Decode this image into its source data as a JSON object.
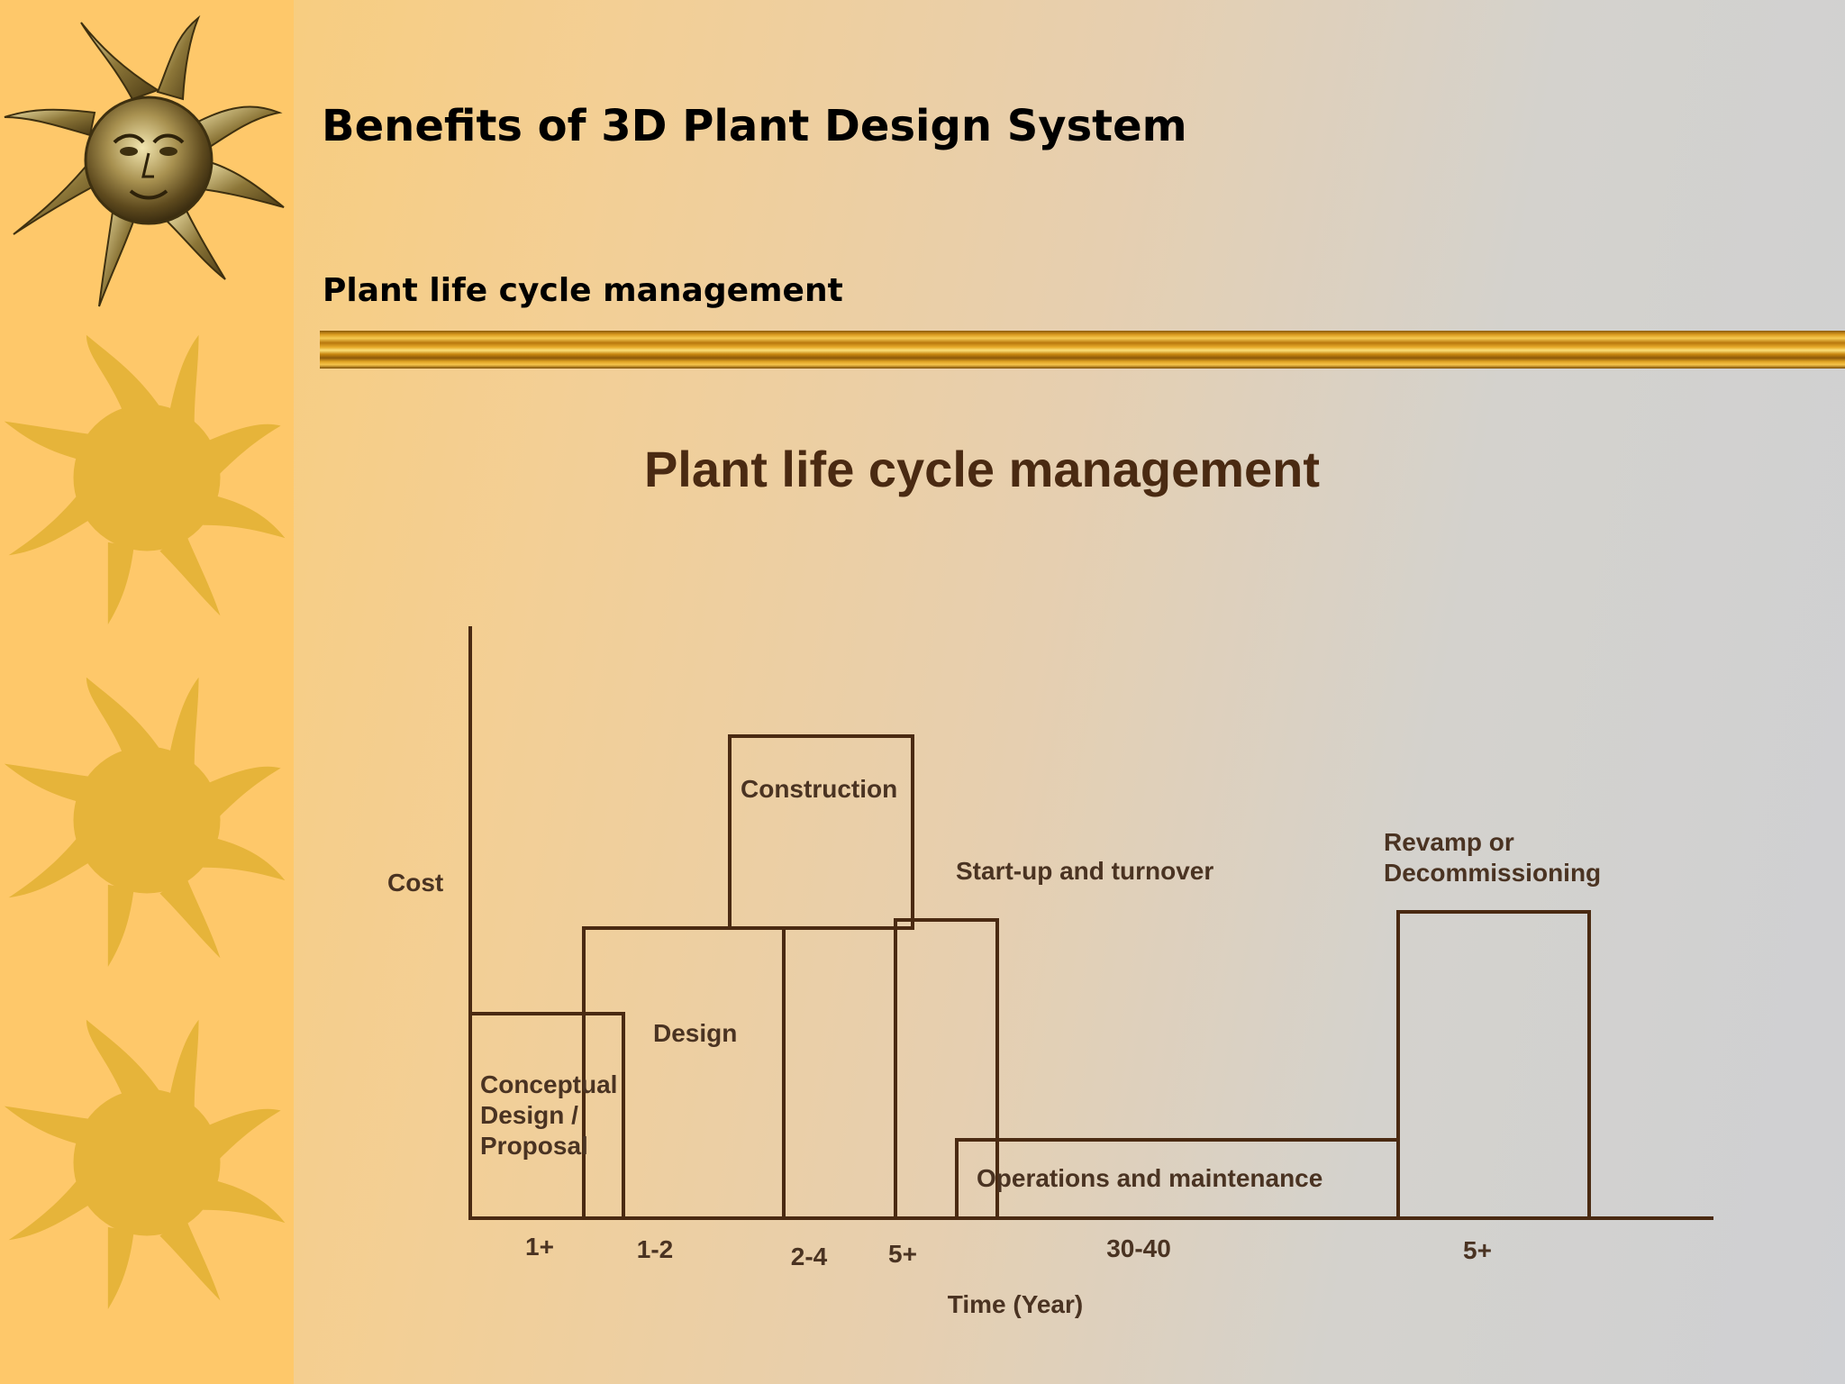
{
  "slide": {
    "title": "Benefits of 3D Plant Design System",
    "subtitle": "Plant life cycle management"
  },
  "diagram": {
    "title": "Plant life cycle management",
    "y_axis_label": "Cost",
    "x_axis_label": "Time (Year)",
    "phases": [
      {
        "name": "Conceptual Design / Proposal",
        "lines": [
          "Conceptual",
          "Design /",
          "Proposal"
        ],
        "duration": "1+",
        "relative_cost": 2
      },
      {
        "name": "Design",
        "lines": [
          "Design"
        ],
        "duration": "1-2",
        "relative_cost": 3
      },
      {
        "name": "Construction",
        "lines": [
          "Construction"
        ],
        "duration": "2-4",
        "relative_cost": 5.3
      },
      {
        "name": "Start-up and turnover",
        "lines": [
          "Start-up and turnover"
        ],
        "duration": "5+",
        "relative_cost": 3.1
      },
      {
        "name": "Operations and maintenance",
        "lines": [
          "Operations and maintenance"
        ],
        "duration": "30-40",
        "relative_cost": 0.8
      },
      {
        "name": "Revamp or Decommissioning",
        "lines": [
          "Revamp or",
          "Decommissioning"
        ],
        "duration": "5+",
        "relative_cost": 3.2
      }
    ]
  },
  "colors": {
    "sidebar": "#fec86a",
    "sun_shape": "#e6b43a",
    "diagram_ink": "#4a2a12",
    "divider_gold": "#d99a1e"
  },
  "icons": [
    "metal-sun-face-icon",
    "sun-shape-icon"
  ]
}
